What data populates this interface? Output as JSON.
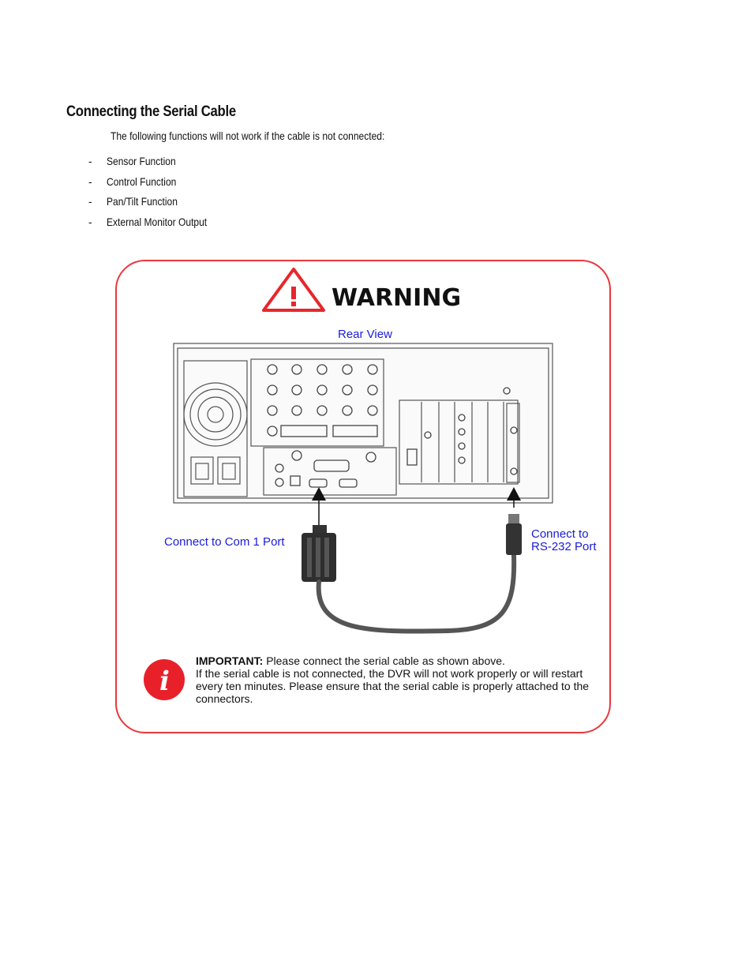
{
  "section": {
    "title": "Connecting the Serial Cable",
    "intro": "The following functions will not work if the cable is not connected:",
    "items": [
      {
        "dash": "-",
        "label": "Sensor Function"
      },
      {
        "dash": "-",
        "label": "Control Function"
      },
      {
        "dash": "-",
        "label": "Pan/Tilt Function"
      },
      {
        "dash": "-",
        "label": "External Monitor Output"
      }
    ]
  },
  "figure": {
    "warning_title": "WARNING",
    "rear_view_label": "Rear View",
    "com1_label": "Connect to Com 1 Port",
    "rs232_line1": "Connect to",
    "rs232_line2": "RS-232 Port",
    "important_label": "IMPORTANT:",
    "important_text": "Please connect the serial cable as shown above.",
    "important_detail": "If the serial cable is not connected, the DVR will not work properly or will restart every ten minutes. Please ensure that the serial cable is properly attached to the connectors.",
    "info_glyph": "i",
    "colors": {
      "border": "#e8383c",
      "warning_red": "#e8262a",
      "label_blue": "#1b1bd8",
      "info_red": "#e8202a"
    },
    "icons": [
      "warning-triangle-icon",
      "info-icon"
    ]
  }
}
